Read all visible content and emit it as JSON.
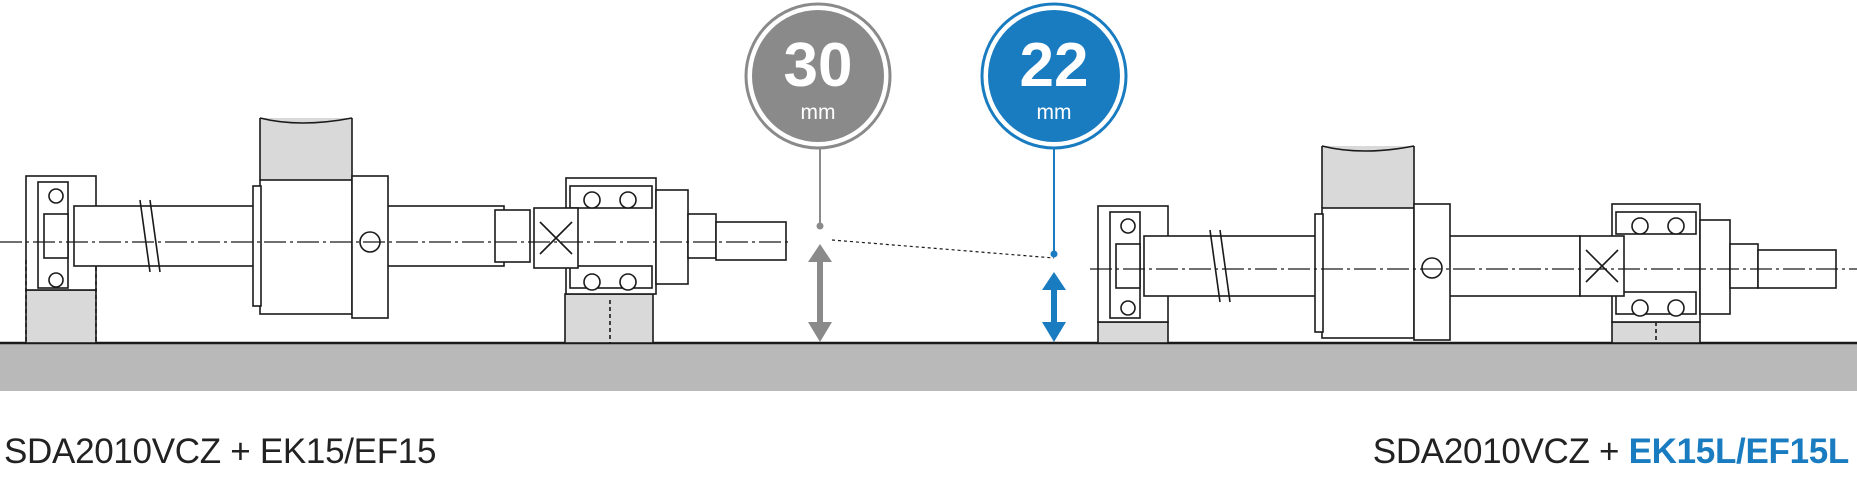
{
  "badges": {
    "standard": {
      "value": "30",
      "unit": "mm",
      "color": "#8a8a8a"
    },
    "low_profile": {
      "value": "22",
      "unit": "mm",
      "color": "#1a7cc0"
    }
  },
  "captions": {
    "left": {
      "model": "SDA2010VCZ",
      "joiner": " + ",
      "support": "EK15/EF15"
    },
    "right": {
      "model": "SDA2010VCZ",
      "joiner": " + ",
      "support": "EK15L/EF15L",
      "support_color": "#1a7cc0"
    }
  },
  "colors": {
    "base": "#b9b9b9",
    "housing": "#d9d9d9",
    "line": "#1a1a1a",
    "accent": "#1a7cc0",
    "gray_arrow": "#8a8a8a"
  }
}
